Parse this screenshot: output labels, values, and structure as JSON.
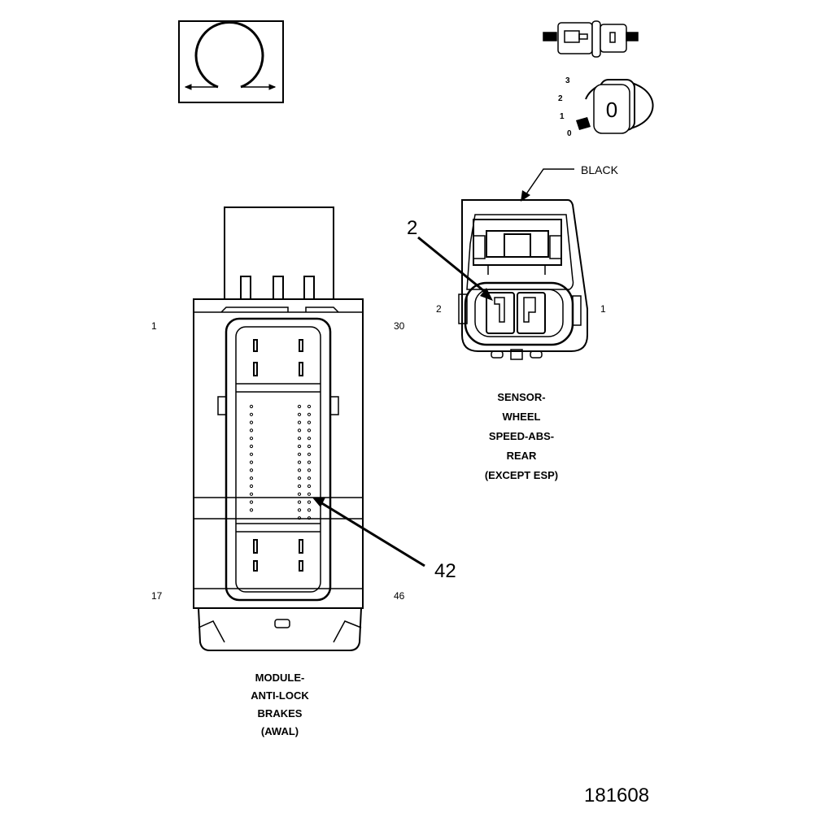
{
  "module": {
    "pins": {
      "top_left": "1",
      "top_right": "30",
      "bottom_left": "17",
      "bottom_right": "46"
    },
    "callout": "42",
    "caption": [
      "MODULE-",
      "ANTI-LOCK",
      "BRAKES",
      "(AWAL)"
    ]
  },
  "sensor": {
    "color_label": "BLACK",
    "callout": "2",
    "pins": {
      "left": "2",
      "right": "1"
    },
    "caption": [
      "SENSOR-",
      "WHEEL",
      "SPEED-ABS-",
      "REAR",
      "(EXCEPT ESP)"
    ]
  },
  "position_scale": [
    "3",
    "2",
    "1",
    "0"
  ],
  "lock_symbol_text": "0",
  "figure_number": "181608"
}
